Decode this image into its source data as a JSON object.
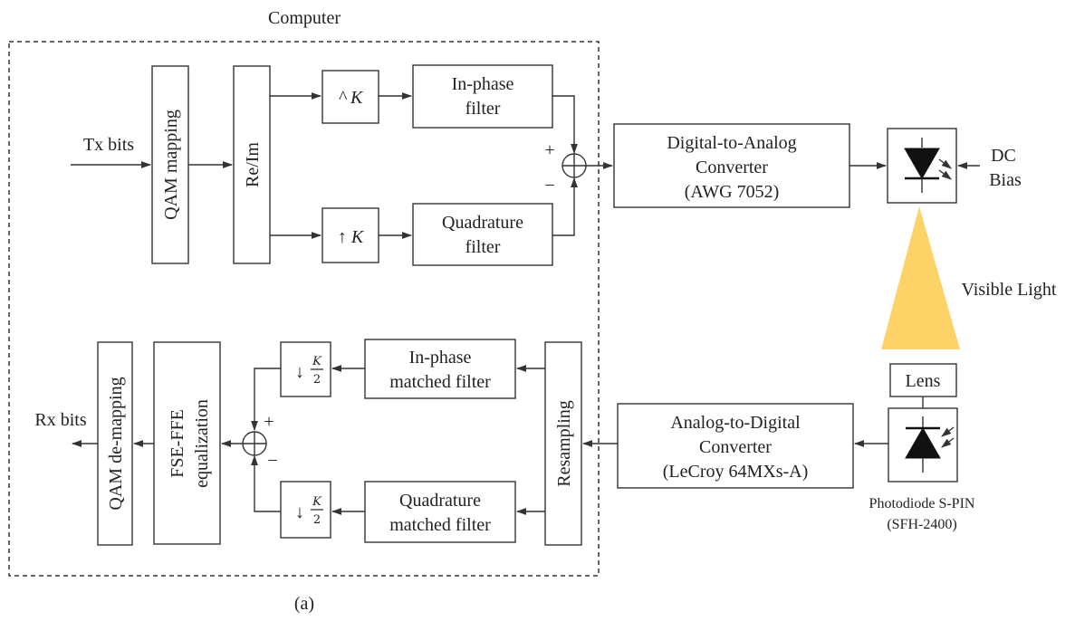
{
  "computer_label": "Computer",
  "caption": "(a)",
  "tx": {
    "input": "Tx bits",
    "qam_mapping": "QAM mapping",
    "reim": "Re/Im",
    "upsample_top": "^ K",
    "upsample_bottom": "↑ K",
    "inphase_filter": [
      "In-phase",
      "filter"
    ],
    "quadrature_filter": [
      "Quadrature",
      "filter"
    ],
    "plus": "+",
    "minus": "−"
  },
  "dac": [
    "Digital-to-Analog",
    "Converter",
    "(AWG 7052)"
  ],
  "led": {
    "dc_bias": [
      "DC",
      "Bias"
    ]
  },
  "visible_light": "Visible Light",
  "lens": "Lens",
  "photodiode": [
    "Photodiode S-PIN",
    "(SFH-2400)"
  ],
  "adc": [
    "Analog-to-Digital",
    "Converter",
    "(LeCroy 64MXs-A)"
  ],
  "rx": {
    "resampling": "Resampling",
    "inphase_matched": [
      "In-phase",
      "matched filter"
    ],
    "quadrature_matched": [
      "Quadrature",
      "matched filter"
    ],
    "downsample": {
      "arrow": "↓",
      "num": "K",
      "den": "2"
    },
    "plus": "+",
    "minus": "−",
    "fse_ffe": [
      "FSE-FFE",
      "equalization"
    ],
    "qam_demapping": "QAM de-mapping",
    "output": "Rx bits"
  },
  "colors": {
    "light_cone": "#FDD266",
    "stroke": "#333333"
  }
}
